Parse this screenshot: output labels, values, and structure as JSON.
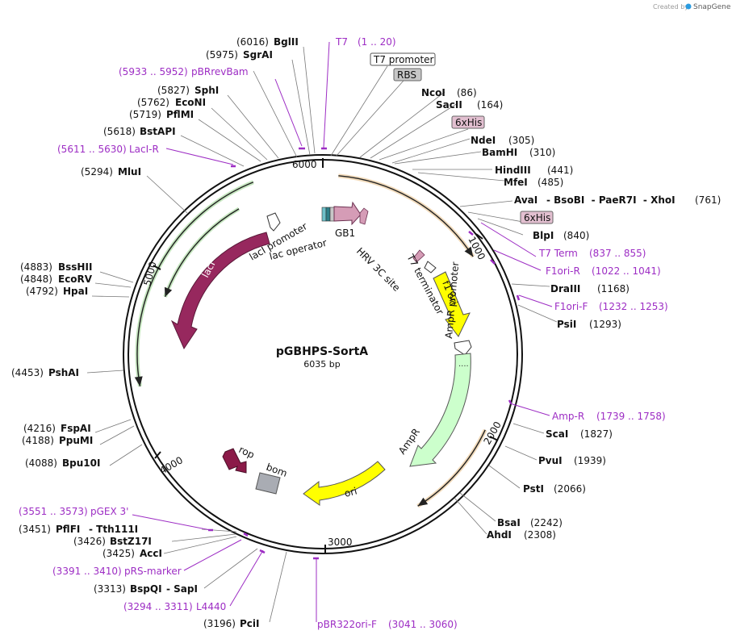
{
  "header": {
    "credit_prefix": "Created by",
    "brand": "SnapGene"
  },
  "plasmid": {
    "name": "pGBHPS-SortA",
    "length_label": "6035 bp"
  },
  "ticks": [
    "6000",
    "1000",
    "2000",
    "3000",
    "4000",
    "5000"
  ],
  "sites": [
    {
      "pos": "(6016)",
      "name": "BglII"
    },
    {
      "pos": "(5975)",
      "name": "SgrAI"
    },
    {
      "pos": "(5827)",
      "name": "SphI"
    },
    {
      "pos": "(5762)",
      "name": "EcoNI"
    },
    {
      "pos": "(5719)",
      "name": "PflMI"
    },
    {
      "pos": "(5618)",
      "name": "BstAPI"
    },
    {
      "pos": "(5294)",
      "name": "MluI"
    },
    {
      "pos": "(4883)",
      "name": "BssHII"
    },
    {
      "pos": "(4848)",
      "name": "EcoRV"
    },
    {
      "pos": "(4792)",
      "name": "HpaI"
    },
    {
      "pos": "(4453)",
      "name": "PshAI"
    },
    {
      "pos": "(4216)",
      "name": "FspAI"
    },
    {
      "pos": "(4188)",
      "name": "PpuMI"
    },
    {
      "pos": "(4088)",
      "name": "Bpu10I"
    },
    {
      "pos": "(3451)",
      "name": "PflFI",
      "extra": "- Tth111I"
    },
    {
      "pos": "(3426)",
      "name": "BstZ17I"
    },
    {
      "pos": "(3425)",
      "name": "AccI"
    },
    {
      "pos": "(3313)",
      "name": "BspQI",
      "extra": "- SapI"
    },
    {
      "pos": "(3196)",
      "name": "PciI"
    },
    {
      "name": "NcoI",
      "pos": "(86)"
    },
    {
      "name": "SacII",
      "pos": "(164)"
    },
    {
      "name": "NdeI",
      "pos": "(305)"
    },
    {
      "name": "BamHI",
      "pos": "(310)"
    },
    {
      "name": "HindIII",
      "pos": "(441)"
    },
    {
      "name": "MfeI",
      "pos": "(485)"
    },
    {
      "name": "AvaI",
      "extra": "- BsoBI  - PaeR7I  - XhoI",
      "pos": "(761)"
    },
    {
      "name": "BlpI",
      "pos": "(840)"
    },
    {
      "name": "DraIII",
      "pos": "(1168)"
    },
    {
      "name": "PsiI",
      "pos": "(1293)"
    },
    {
      "name": "ScaI",
      "pos": "(1827)"
    },
    {
      "name": "PvuI",
      "pos": "(1939)"
    },
    {
      "name": "PstI",
      "pos": "(2066)"
    },
    {
      "name": "BsaI",
      "pos": "(2242)"
    },
    {
      "name": "AhdI",
      "pos": "(2308)"
    }
  ],
  "primers": [
    {
      "range": "(5933 .. 5952)",
      "name": "pBRrevBam"
    },
    {
      "range": "(5611 .. 5630)",
      "name": "LacI-R"
    },
    {
      "range": "(3551 .. 3573)",
      "name": "pGEX 3'"
    },
    {
      "range": "(3391 .. 3410)",
      "name": "pRS-marker"
    },
    {
      "range": "(3294 .. 3311)",
      "name": "L4440"
    },
    {
      "name": "T7",
      "range": "(1 .. 20)"
    },
    {
      "name": "T7 Term",
      "range": "(837 .. 855)"
    },
    {
      "name": "F1ori-R",
      "range": "(1022 .. 1041)"
    },
    {
      "name": "F1ori-F",
      "range": "(1232 .. 1253)"
    },
    {
      "name": "Amp-R",
      "range": "(1739 .. 1758)"
    },
    {
      "name": "pBR322ori-F",
      "range": "(3041 .. 3060)"
    }
  ],
  "boxed_features": [
    "T7 promoter",
    "RBS",
    "6xHis",
    "6xHis"
  ],
  "features": [
    "lacI",
    "lacI promoter",
    "lac operator",
    "GB1",
    "HRV 3C site",
    "T7 terminator",
    "f1 ori",
    "AmpR promoter",
    "AmpR",
    "ori",
    "bom",
    "rop"
  ],
  "colors": {
    "primer": "#9d2dc4",
    "lacI": "#97285e",
    "f1ori": "#ffff00",
    "AmpR": "#ccffcc",
    "ori": "#ffff00",
    "bom": "#a9acb3",
    "rop": "#8b1a48",
    "orf_green": "#5db94a",
    "orf_orange": "#d6963a",
    "GB1": "#d59cb6"
  }
}
